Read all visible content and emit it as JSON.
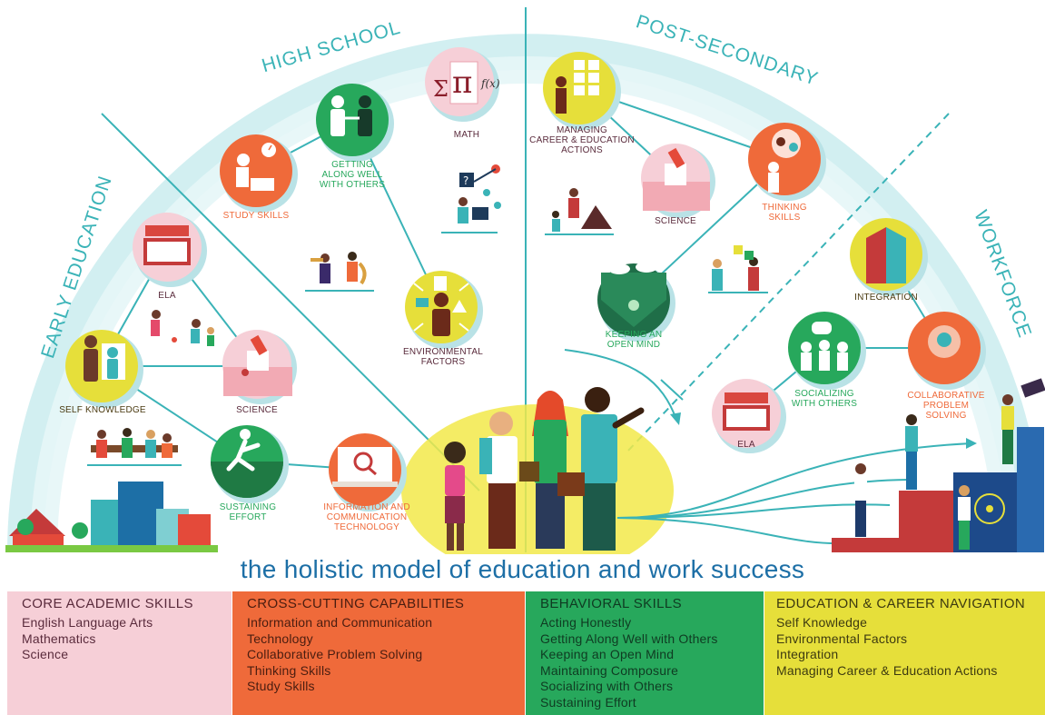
{
  "title": "the holistic model of education and work success",
  "stages": {
    "early": "EARLY EDUCATION",
    "high": "HIGH SCHOOL",
    "post": "POST-SECONDARY",
    "work": "WORKFORCE"
  },
  "nodes": {
    "ela_early": "ELA",
    "self_knowledge": "SELF KNOWLEDGE",
    "science_early": "SCIENCE",
    "sustaining_effort_1": "SUSTAINING",
    "sustaining_effort_2": "EFFORT",
    "study_skills": "STUDY SKILLS",
    "getting_along_1": "GETTING",
    "getting_along_2": "ALONG WELL",
    "getting_along_3": "WITH OTHERS",
    "math": "MATH",
    "environmental_1": "ENVIRONMENTAL",
    "environmental_2": "FACTORS",
    "ict_1": "INFORMATION AND",
    "ict_2": "COMMUNICATION",
    "ict_3": "TECHNOLOGY",
    "managing_1": "MANAGING",
    "managing_2": "CAREER & EDUCATION",
    "managing_3": "ACTIONS",
    "science_post": "SCIENCE",
    "thinking_1": "THINKING",
    "thinking_2": "SKILLS",
    "open_mind_1": "KEEPING AN",
    "open_mind_2": "OPEN MIND",
    "integration": "INTEGRATION",
    "socializing_1": "SOCIALIZING",
    "socializing_2": "WITH OTHERS",
    "collab_1": "COLLABORATIVE",
    "collab_2": "PROBLEM",
    "collab_3": "SOLVING",
    "ela_work": "ELA"
  },
  "math_symbols": {
    "sigma": "Σ",
    "pi": "π",
    "fx": "f(x)",
    "question": "?"
  },
  "legend": {
    "core": {
      "title": "CORE ACADEMIC SKILLS",
      "items": [
        "English Language Arts",
        "Mathematics",
        "Science"
      ]
    },
    "cross": {
      "title": "CROSS-CUTTING CAPABILITIES",
      "items": [
        "Information and Communication",
        "Technology",
        "Collaborative Problem Solving",
        "Thinking Skills",
        "Study Skills"
      ]
    },
    "behavioral": {
      "title": "BEHAVIORAL SKILLS",
      "items": [
        "Acting Honestly",
        "Getting Along Well with Others",
        "Keeping an Open Mind",
        "Maintaining Composure",
        "Socializing with Others",
        "Sustaining Effort"
      ]
    },
    "navigation": {
      "title": "EDUCATION & CAREER NAVIGATION",
      "items": [
        "Self Knowledge",
        "Environmental Factors",
        "Integration",
        "Managing Career & Education Actions"
      ]
    }
  },
  "colors": {
    "teal": "#3ab3b7",
    "arc": "#cfeef0",
    "pink": "#f6cfd7",
    "orange": "#ef6a3a",
    "green": "#27a85c",
    "yellow": "#e6df3a",
    "title_blue": "#1d6fa6"
  }
}
